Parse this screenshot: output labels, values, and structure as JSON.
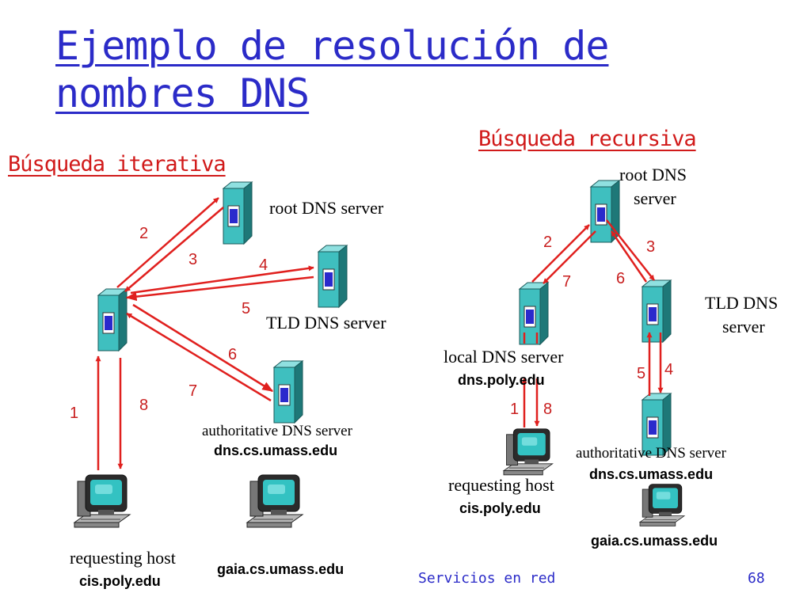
{
  "slide": {
    "title": "Ejemplo de resolución de nombres DNS",
    "footer_left": "Servicios en red",
    "page_number": "68"
  },
  "iterative": {
    "heading": "Búsqueda iterativa",
    "root_label": "root DNS server",
    "tld_label": "TLD DNS server",
    "auth_label": "authoritative DNS server",
    "auth_host": "dns.cs.umass.edu",
    "requesting_label": "requesting host",
    "requesting_host": "cis.poly.edu",
    "gaia_host": "gaia.cs.umass.edu",
    "steps": [
      "1",
      "2",
      "3",
      "4",
      "5",
      "6",
      "7",
      "8"
    ]
  },
  "recursive": {
    "heading": "Búsqueda recursiva",
    "root_label_1": "root DNS",
    "root_label_2": "server",
    "tld_label_1": "TLD DNS",
    "tld_label_2": "server",
    "local_label": "local DNS server",
    "local_host": "dns.poly.edu",
    "auth_label": "authoritative DNS server",
    "auth_host": "dns.cs.umass.edu",
    "requesting_label": "requesting host",
    "requesting_host": "cis.poly.edu",
    "gaia_host": "gaia.cs.umass.edu",
    "steps": [
      "1",
      "2",
      "3",
      "4",
      "5",
      "6",
      "7",
      "8"
    ]
  },
  "colors": {
    "title": "#2b2bc8",
    "heading": "#d11a1a",
    "arrow": "#e0201e",
    "server_front": "#3fbfbf",
    "server_side": "#1e7878",
    "server_slot": "#2a2acc"
  },
  "icons": [
    "server-icon",
    "computer-icon"
  ]
}
